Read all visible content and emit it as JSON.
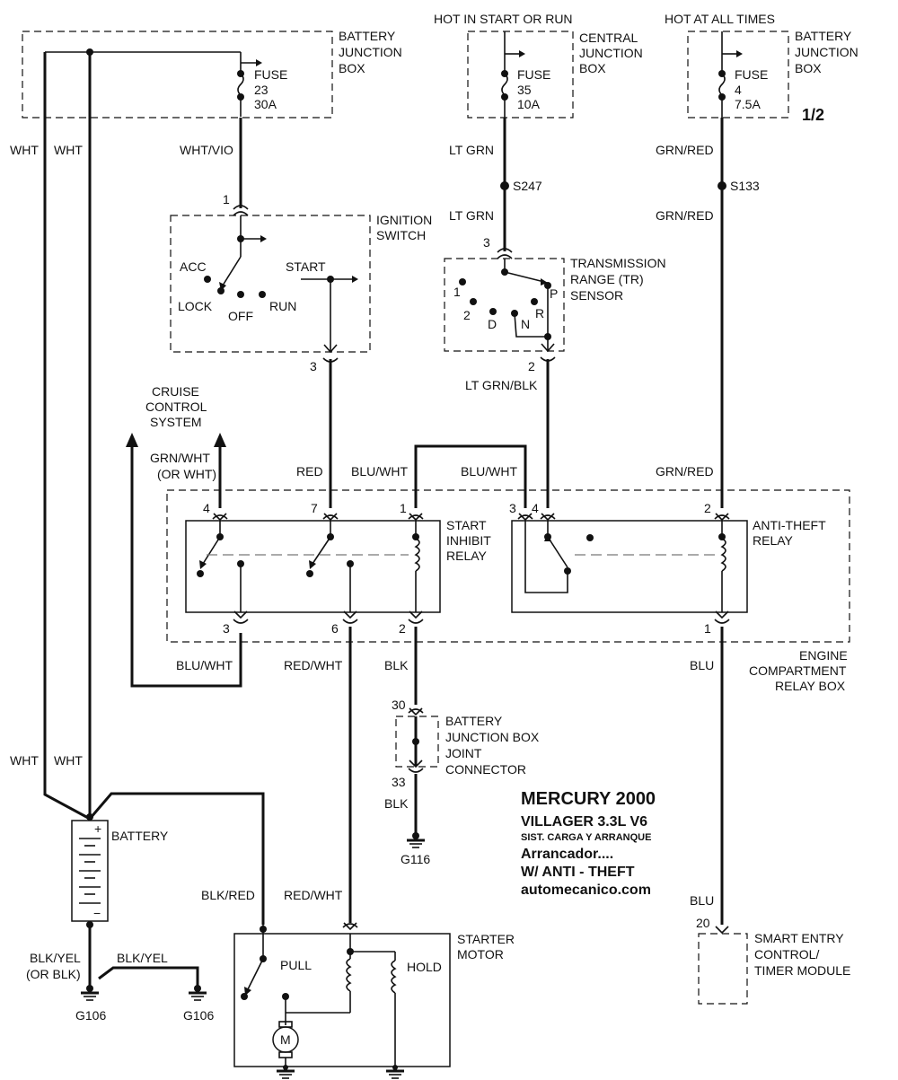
{
  "hdr": {
    "battery_jb_1": "BATTERY",
    "battery_jb_2": "JUNCTION",
    "battery_jb_3": "BOX",
    "hot_start_run": "HOT IN START OR RUN",
    "central_jb_1": "CENTRAL",
    "central_jb_2": "JUNCTION",
    "central_jb_3": "BOX",
    "hot_all_times": "HOT AT ALL TIMES",
    "battery_jb2_1": "BATTERY",
    "battery_jb2_2": "JUNCTION",
    "battery_jb2_3": "BOX",
    "page_ref": "1/2"
  },
  "fuses": {
    "f23": {
      "label": "FUSE",
      "num": "23",
      "amp": "30A"
    },
    "f35": {
      "label": "FUSE",
      "num": "35",
      "amp": "10A"
    },
    "f4": {
      "label": "FUSE",
      "num": "4",
      "amp": "7.5A"
    }
  },
  "wires": {
    "wht_1": "WHT",
    "wht_2": "WHT",
    "wht_3": "WHT",
    "wht_4": "WHT",
    "wht_vio": "WHT/VIO",
    "lt_grn_1": "LT GRN",
    "lt_grn_2": "LT GRN",
    "grn_red_1": "GRN/RED",
    "grn_red_2": "GRN/RED",
    "grn_red_3": "GRN/RED",
    "lt_grn_blk": "LT GRN/BLK",
    "grn_wht": "GRN/WHT",
    "or_wht": "(OR WHT)",
    "red": "RED",
    "blu_wht_1": "BLU/WHT",
    "blu_wht_2": "BLU/WHT",
    "blu_wht_3": "BLU/WHT",
    "red_wht_1": "RED/WHT",
    "red_wht_2": "RED/WHT",
    "blk_1": "BLK",
    "blk_2": "BLK",
    "blu_1": "BLU",
    "blu_2": "BLU",
    "blk_red": "BLK/RED",
    "blk_yel_1": "BLK/YEL",
    "or_blk": "(OR BLK)",
    "blk_yel_2": "BLK/YEL"
  },
  "splices": {
    "s247": "S247",
    "s133": "S133"
  },
  "pins": {
    "ign_1": "1",
    "ign_3": "3",
    "tr_3": "3",
    "tr_2": "2",
    "r4": "4",
    "r7": "7",
    "r1": "1",
    "r3a": "3",
    "r4b": "4",
    "r2": "2",
    "b3": "3",
    "b6": "6",
    "b2": "2",
    "b1": "1",
    "bjb_30": "30",
    "bjb_33": "33",
    "smart_20": "20"
  },
  "ignition": {
    "title_1": "IGNITION",
    "title_2": "SWITCH",
    "acc": "ACC",
    "lock": "LOCK",
    "off": "OFF",
    "run": "RUN",
    "start": "START"
  },
  "tr_sensor": {
    "title_1": "TRANSMISSION",
    "title_2": "RANGE (TR)",
    "title_3": "SENSOR",
    "p1": "1",
    "p2": "2",
    "pd": "D",
    "pn": "N",
    "pr": "R",
    "pp": "P"
  },
  "cruise": {
    "line_1": "CRUISE",
    "line_2": "CONTROL",
    "line_3": "SYSTEM"
  },
  "relays": {
    "start_inhibit_1": "START",
    "start_inhibit_2": "INHIBIT",
    "start_inhibit_3": "RELAY",
    "anti_theft_1": "ANTI-THEFT",
    "anti_theft_2": "RELAY"
  },
  "ecrb": {
    "line_1": "ENGINE",
    "line_2": "COMPARTMENT",
    "line_3": "RELAY BOX"
  },
  "bjb_joint": {
    "line_1": "BATTERY",
    "line_2": "JUNCTION BOX",
    "line_3": "JOINT",
    "line_4": "CONNECTOR"
  },
  "grounds": {
    "g116": "G116",
    "g106_a": "G106",
    "g106_b": "G106"
  },
  "battery": {
    "label": "BATTERY",
    "plus": "+",
    "minus": "−"
  },
  "starter": {
    "title_1": "STARTER",
    "title_2": "MOTOR",
    "pull": "PULL",
    "hold": "HOLD",
    "motor": "M"
  },
  "smart": {
    "line_1": "SMART ENTRY",
    "line_2": "CONTROL/",
    "line_3": "TIMER MODULE"
  },
  "info": {
    "line_1": "MERCURY 2000",
    "line_2": "VILLAGER  3.3L  V6",
    "line_3": "SIST. CARGA Y ARRANQUE",
    "line_4": "Arrancador....",
    "line_5": "W/ ANTI - THEFT",
    "line_6": "automecanico.com"
  }
}
